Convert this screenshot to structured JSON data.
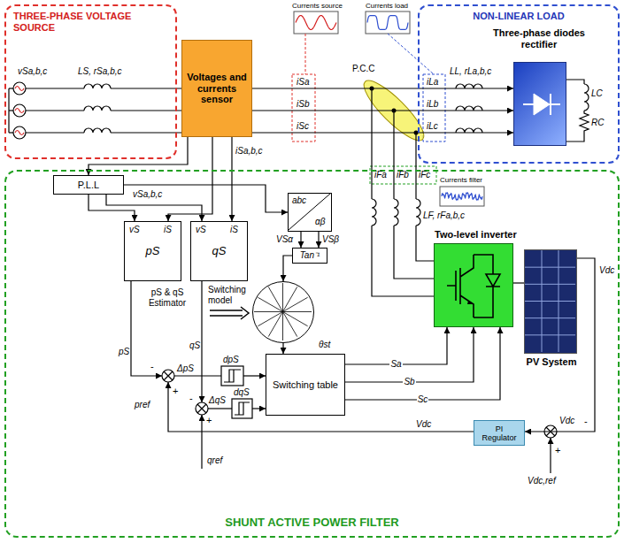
{
  "diagram": {
    "nodes": [
      {
        "text": [
          "THREE-PHASE VOLTAGE SOURCE"
        ]
      },
      {
        "text": [
          "NON-LINEAR LOAD"
        ]
      },
      {
        "text": [
          "SHUNT ACTIVE POWER FILTER"
        ]
      },
      {
        "text": [
          "Voltages and currents sensor"
        ]
      },
      {
        "text": [
          "Three-phase diodes rectifier"
        ],
        "in": 1
      },
      {
        "text": [
          "P.L.L"
        ],
        "in": 2
      },
      {
        "text": [
          "abc",
          "αβ"
        ],
        "in": 2
      },
      {
        "text": [
          "Tan⁻¹"
        ],
        "in": 2
      },
      {
        "text": [
          "vS",
          "iS",
          "pS"
        ],
        "in": 2
      },
      {
        "text": [
          "vS",
          "iS",
          "qS"
        ],
        "in": 2
      },
      {
        "text": [
          "Switching model"
        ],
        "in": 2
      },
      {
        "text": [
          "Switching table"
        ],
        "in": 2
      },
      {
        "text": [
          "Two-level inverter"
        ],
        "in": 2
      },
      {
        "text": [
          "PV System"
        ],
        "in": 2
      },
      {
        "text": [
          "PI Regulator"
        ],
        "in": 2
      }
    ],
    "edges": [
      {
        "from": 3,
        "to": 4,
        "arrow": "to"
      },
      {
        "from": 3,
        "to": 4,
        "arrow": "to"
      },
      {
        "from": 3,
        "to": 4,
        "arrow": "to"
      },
      {
        "from": 3,
        "to": 5,
        "arrow": "to"
      },
      {
        "from": 3,
        "to": 8,
        "arrow": "to"
      },
      {
        "from": 3,
        "to": 9,
        "arrow": "to"
      },
      {
        "from": 5,
        "to": 8,
        "arrow": "to"
      },
      {
        "from": 5,
        "to": 9,
        "arrow": "to"
      },
      {
        "from": 5,
        "to": 6,
        "arrow": "to"
      },
      {
        "from": 6,
        "to": 7,
        "arrow": "to"
      },
      {
        "from": 6,
        "to": 7,
        "arrow": "to"
      },
      {
        "from": 7,
        "to": 10,
        "arrow": "to"
      },
      {
        "from": 10,
        "to": 11,
        "arrow": "to"
      },
      {
        "from": 11,
        "to": 12,
        "label": "Sa",
        "arrow": "to"
      },
      {
        "from": 11,
        "to": 12,
        "label": "Sb",
        "arrow": "to"
      },
      {
        "from": 11,
        "to": 12,
        "label": "Sc",
        "arrow": "to"
      },
      {
        "from": 12,
        "to": 13,
        "arrow": "none"
      },
      {
        "from": 13,
        "to": 14,
        "arrow": "to"
      }
    ],
    "labels": [
      "Currents source",
      "Currents load",
      "vSa,b,c",
      "LS, rSa,b,c",
      "iSa",
      "iSb",
      "iSc",
      "P.C.C",
      "iLa",
      "iLb",
      "iLc",
      "LL, rLa,b,c",
      "LC",
      "RC",
      "iFa",
      "iFb",
      "iFc",
      "Currents filter",
      "LF, rFa,b,c",
      "vSa,b,c",
      "iSa,b,c",
      "VSα",
      "VSβ",
      "pS & qS Estimator",
      "θst",
      "pS",
      "-",
      "ΔpS",
      "dpS",
      "pref",
      "+",
      "qS",
      "-",
      "ΔqS",
      "dqS",
      "qref",
      "+",
      "Vdc",
      "Vdc",
      "-",
      "+",
      "Vdc,ref",
      "Vdc"
    ]
  }
}
